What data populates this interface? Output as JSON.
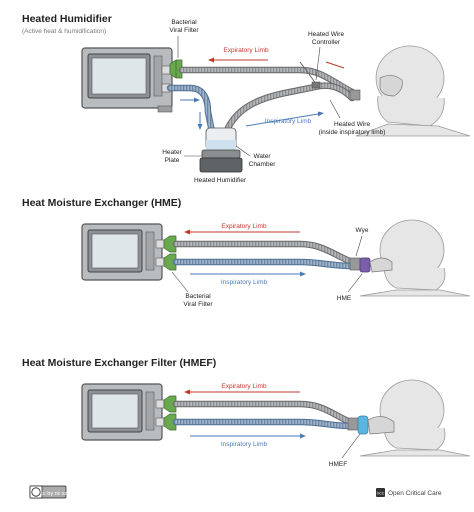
{
  "sections": [
    {
      "title": "Heated Humidifier",
      "subtitle": "(Active heat & humidification)",
      "labels": {
        "bacterial_filter": [
          "Bacterial",
          "Viral Filter"
        ],
        "expiratory": "Expiratory Limb",
        "inspiratory": "Inspiratory Limb",
        "wire_controller": [
          "Heated Wire",
          "Controller"
        ],
        "heated_wire": [
          "Heated Wire",
          "(inside inspiratory limb)"
        ],
        "heater_plate": [
          "Heater",
          "Plate"
        ],
        "water_chamber": [
          "Water",
          "Chamber"
        ],
        "humidifier": "Heated Humidifier"
      }
    },
    {
      "title": "Heat Moisture Exchanger (HME)",
      "labels": {
        "expiratory": "Expiratory Limb",
        "inspiratory": "Inspiratory Limb",
        "wye": "Wye",
        "bacterial_filter": [
          "Bacterial",
          "Viral Filter"
        ],
        "device": "HME"
      }
    },
    {
      "title": "Heat Moisture Exchanger Filter (HMEF)",
      "labels": {
        "expiratory": "Expiratory Limb",
        "inspiratory": "Inspiratory Limb",
        "device": "HMEF"
      }
    }
  ],
  "footer": {
    "license_badge": "cc by nc sa",
    "brand_mark": "OCC",
    "brand": "Open Critical Care"
  },
  "colors": {
    "expiratory": "#c0392b",
    "inspiratory": "#4a7ab8",
    "filter": "#6aa84f",
    "hme": "#7a5ea8",
    "hmef": "#5bb7e0"
  }
}
